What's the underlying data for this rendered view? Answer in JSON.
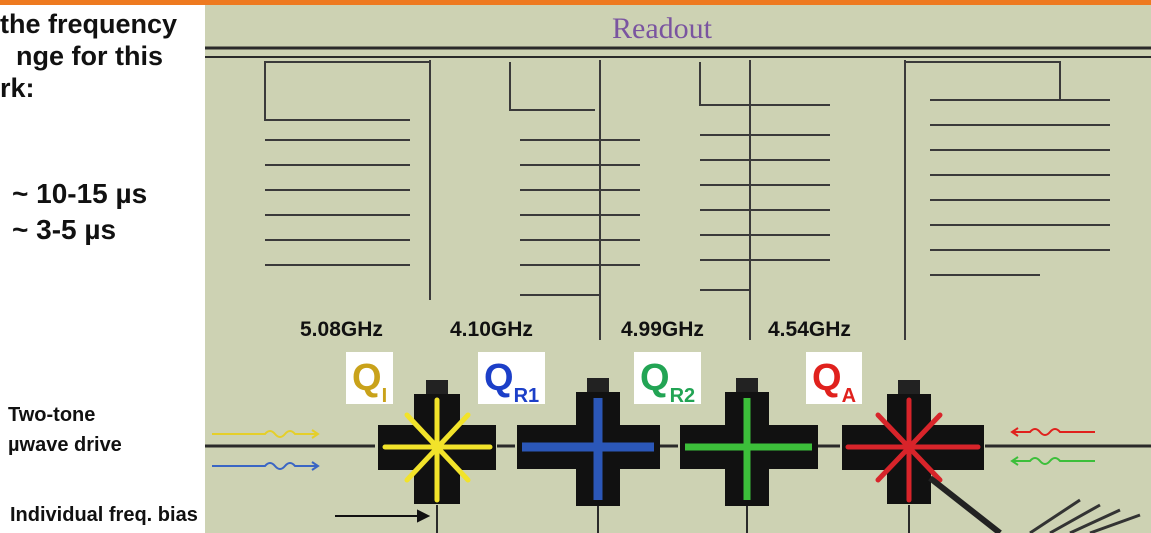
{
  "left_text": {
    "line1": "the frequency",
    "line2": "nge for this",
    "line3": "rk:",
    "t1": "~ 10-15 µs",
    "t2": "~ 3-5 µs"
  },
  "readout_label": "Readout",
  "frequencies": [
    "5.08GHz",
    "4.10GHz",
    "4.99GHz",
    "4.54GHz"
  ],
  "qubits": [
    {
      "letter": "Q",
      "sub": "I",
      "color": "#c9a21a"
    },
    {
      "letter": "Q",
      "sub": "R1",
      "color": "#1c3fc8"
    },
    {
      "letter": "Q",
      "sub": "R2",
      "color": "#22a454"
    },
    {
      "letter": "Q",
      "sub": "A",
      "color": "#e0211d"
    }
  ],
  "drive_label": {
    "line1": "Two-tone",
    "line2": "µwave drive"
  },
  "bias_label": "Individual freq. bias",
  "colors": {
    "accent_bar": "#ee7a20",
    "chip": "#cdd2b3",
    "yellow": "#f2e32a",
    "blue": "#2b57b8",
    "green": "#3cbf3a",
    "red": "#d8242a"
  }
}
